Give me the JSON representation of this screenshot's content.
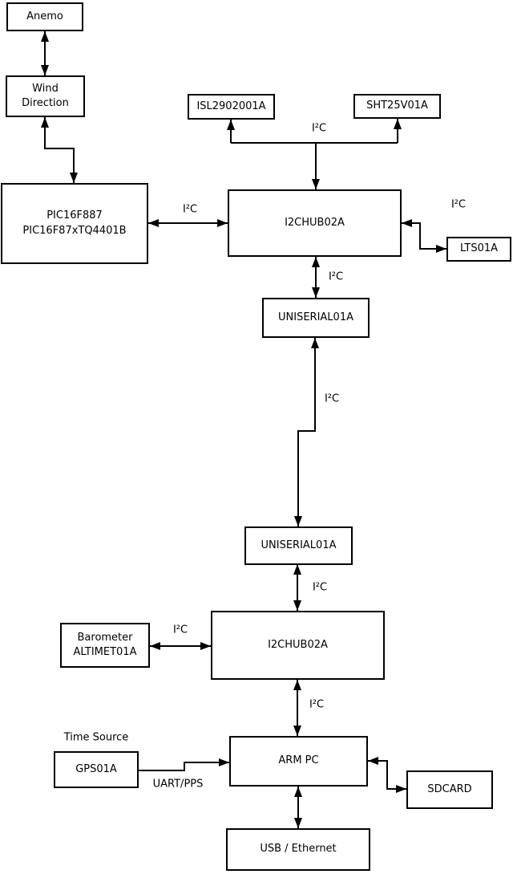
{
  "diagram": {
    "boxes": {
      "anemo": {
        "label": "Anemo"
      },
      "wind_direction": {
        "label": "Wind\nDirection"
      },
      "pic": {
        "label": "PIC16F887\nPIC16F87xTQ4401B"
      },
      "isl": {
        "label": "ISL2902001A"
      },
      "sht": {
        "label": "SHT25V01A"
      },
      "i2chub_top": {
        "label": "I2CHUB02A"
      },
      "lts": {
        "label": "LTS01A"
      },
      "uniserial_top": {
        "label": "UNISERIAL01A"
      },
      "uniserial_bottom": {
        "label": "UNISERIAL01A"
      },
      "i2chub_bottom": {
        "label": "I2CHUB02A"
      },
      "barometer": {
        "label": "Barometer\nALTIMET01A"
      },
      "gps": {
        "label": "GPS01A"
      },
      "arm_pc": {
        "label": "ARM PC"
      },
      "sdcard": {
        "label": "SDCARD"
      },
      "usb_ethernet": {
        "label": "USB / Ethernet"
      }
    },
    "wire_labels": {
      "i2c_pic_hub": "I²C",
      "i2c_sensor_bus": "I²C",
      "i2c_hub_lts": "I²C",
      "i2c_hub_uniserial": "I²C",
      "i2c_uniserial_link": "I²C",
      "i2c_uniserial_hub": "I²C",
      "i2c_barometer_hub": "I²C",
      "i2c_hub_armpc": "I²C",
      "uart_pps": "UART/PPS",
      "time_source": "Time Source"
    },
    "colors": {
      "line": "#000000",
      "box_fill": "#ffffff",
      "background": "#ffffff",
      "text": "#000000"
    }
  }
}
